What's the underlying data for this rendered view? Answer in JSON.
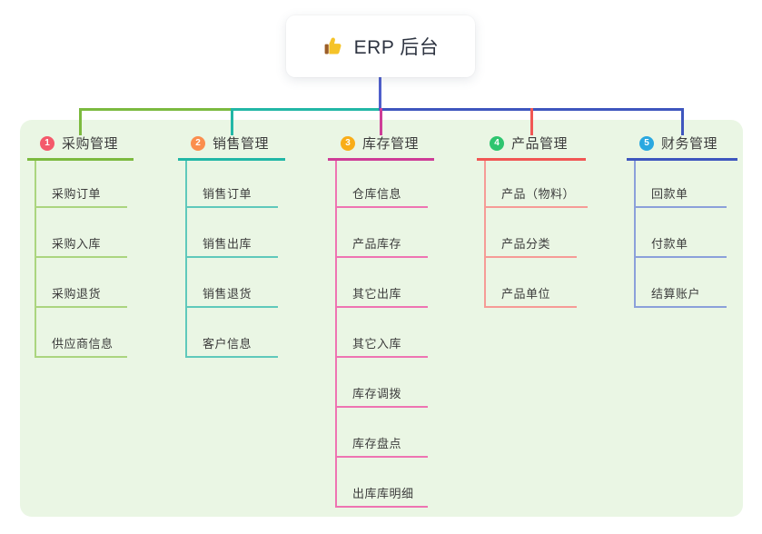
{
  "root": {
    "title": "ERP 后台",
    "icon": "thumbs-up-icon",
    "icon_colors": {
      "hand": "#F5C329",
      "cuff": "#9C5E28"
    },
    "connector_color": "#4F5FCB"
  },
  "panel": {
    "background": "#EAF6E4"
  },
  "branches": [
    {
      "num": "1",
      "title": "采购管理",
      "badge_color": "#F4596B",
      "line_color": "#7CBA3F",
      "child_line_color": "#ABD57F",
      "children": [
        "采购订单",
        "采购入库",
        "采购退货",
        "供应商信息"
      ]
    },
    {
      "num": "2",
      "title": "销售管理",
      "badge_color": "#FB8E4E",
      "line_color": "#22B7A6",
      "child_line_color": "#5FC9BB",
      "children": [
        "销售订单",
        "销售出库",
        "销售退货",
        "客户信息"
      ]
    },
    {
      "num": "3",
      "title": "库存管理",
      "badge_color": "#F9AD18",
      "line_color": "#CE3D97",
      "child_line_color": "#EE74B2",
      "children": [
        "仓库信息",
        "产品库存",
        "其它出库",
        "其它入库",
        "库存调拨",
        "库存盘点",
        "出库库明细"
      ]
    },
    {
      "num": "4",
      "title": "产品管理",
      "badge_color": "#2EC56F",
      "line_color": "#F15754",
      "child_line_color": "#F69B96",
      "children": [
        "产品（物料）",
        "产品分类",
        "产品单位"
      ]
    },
    {
      "num": "5",
      "title": "财务管理",
      "badge_color": "#2AA8E0",
      "line_color": "#3E56BE",
      "child_line_color": "#8BA0DA",
      "children": [
        "回款单",
        "付款单",
        "结算账户"
      ]
    }
  ]
}
